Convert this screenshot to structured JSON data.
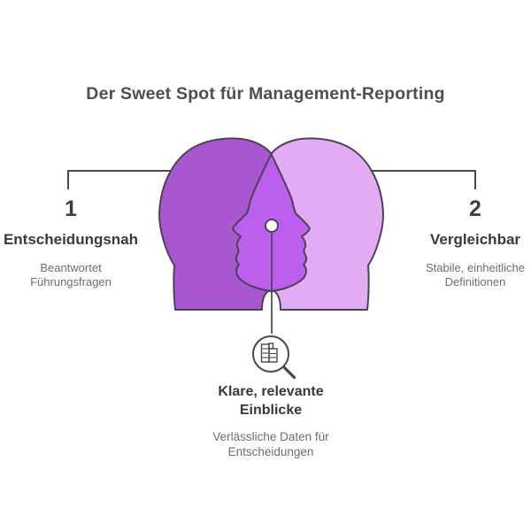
{
  "title": "Der Sweet Spot für Management-Reporting",
  "left_item": {
    "number": "1",
    "label": "Entscheidungsnah",
    "description": "Beantwortet Führungsfragen"
  },
  "right_item": {
    "number": "2",
    "label": "Vergleichbar",
    "description": "Stabile, einheitliche Definitionen"
  },
  "bottom_item": {
    "label": "Klare, relevante Einblicke",
    "description": "Verlässliche Daten für Entscheidungen",
    "icon": "magnifier-data-icon"
  },
  "colors": {
    "left_head": "#a956d1",
    "right_head": "#e2abf4",
    "overlap": "#bd5fee",
    "outline": "#4a4453",
    "connector": "#4a4a4a",
    "node_fill": "#ffffff",
    "magnifier_fill": "#ffffff"
  }
}
